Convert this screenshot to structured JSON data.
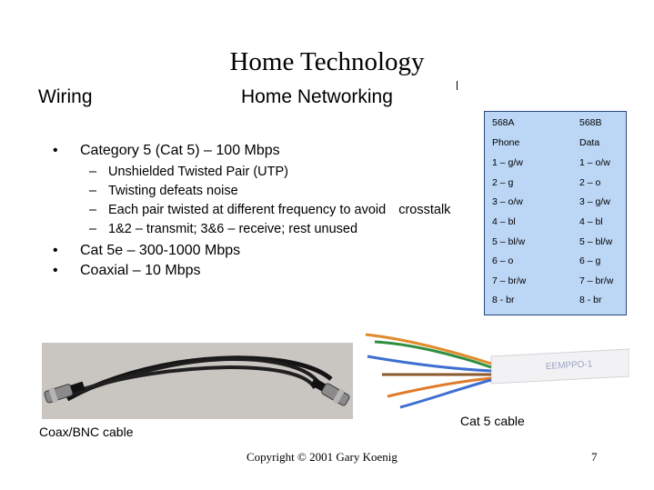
{
  "slide": {
    "title": "Home Technology",
    "subtitle_left": "Wiring",
    "subtitle_right": "Home Networking",
    "bullets": [
      {
        "bullet": "•",
        "text": "Category 5 (Cat 5) – 100 Mbps",
        "subitems": [
          {
            "dash": "–",
            "text": "Unshielded Twisted Pair (UTP)"
          },
          {
            "dash": "–",
            "text": "Twisting defeats noise"
          },
          {
            "dash": "–",
            "text": "Each pair twisted at different frequency to avoid",
            "text_extra": "crosstalk"
          },
          {
            "dash": "–",
            "text": "1&2 – transmit; 3&6 – receive; rest unused"
          }
        ]
      },
      {
        "bullet": "•",
        "text": "Cat 5e – 300-1000 Mbps"
      },
      {
        "bullet": "•",
        "text": "Coaxial – 10 Mbps"
      }
    ],
    "pinout_table": {
      "rows": [
        [
          "568A",
          "568B"
        ],
        [
          "Phone",
          "Data"
        ],
        [
          "1 – g/w",
          "1 – o/w"
        ],
        [
          "2 – g",
          "2 – o"
        ],
        [
          "3 – o/w",
          "3 – g/w"
        ],
        [
          "4 – bl",
          "4 – bl"
        ],
        [
          "5 – bl/w",
          "5 – bl/w"
        ],
        [
          "6 – o",
          "6 – g"
        ],
        [
          "7 – br/w",
          "7 – br/w"
        ],
        [
          "8 - br",
          "8 - br"
        ]
      ]
    },
    "images": {
      "coax_caption": "Coax/BNC cable",
      "cat5_caption": "Cat 5 cable",
      "cat5_jacket_print": "ЕЕМРРО-1"
    },
    "footer": {
      "copyright": "Copyright © 2001 Gary Koenig",
      "page_number": "7"
    },
    "colors": {
      "table_fill": "#bcd6f5",
      "table_border": "#2b4a7a",
      "coax_background": "#c9c6c2"
    }
  }
}
